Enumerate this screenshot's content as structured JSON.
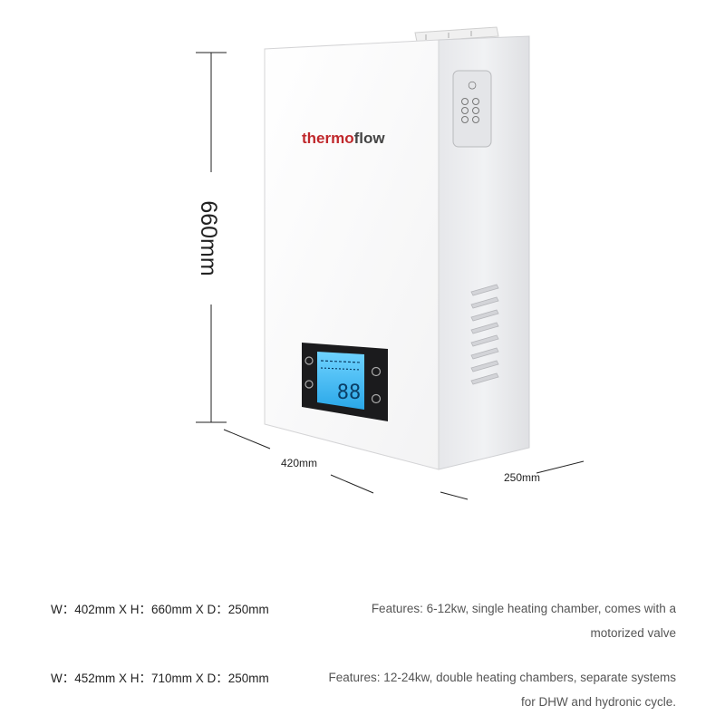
{
  "product": {
    "brand_prefix": "thermo",
    "brand_suffix": "flow",
    "display_digits": "88",
    "brand_color": "#c0282c"
  },
  "dimensions": {
    "height_label": "660mm",
    "width_label": "420mm",
    "depth_label": "250mm"
  },
  "specs": [
    {
      "dims": "W：402mm X H：660mm X D：250mm",
      "features": "Features: 6-12kw, single heating chamber, comes with a motorized valve"
    },
    {
      "dims": "W：452mm X H：710mm X D：250mm",
      "features": "Features: 12-24kw, double heating chambers, separate systems for DHW and hydronic cycle."
    }
  ]
}
